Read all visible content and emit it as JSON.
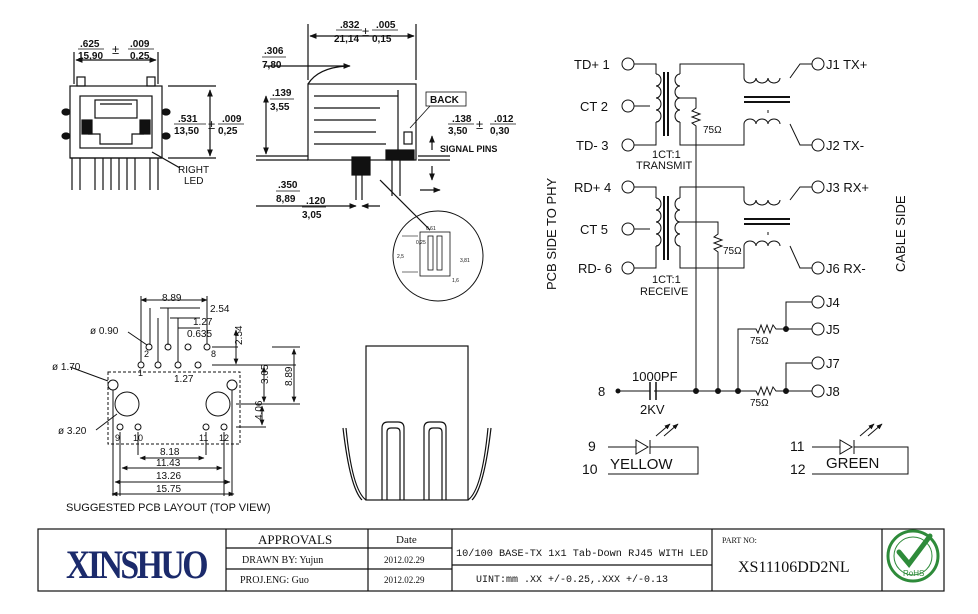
{
  "mech": {
    "front_w_in": ".625",
    "front_w_mm": "15,90",
    "front_w_tol_in": ".009",
    "front_w_tol_mm": "0,25",
    "front_h_in": ".531",
    "front_h_mm": "13,50",
    "front_h_tol_in": ".009",
    "front_h_tol_mm": "0,25",
    "right_led": [
      "RIGHT",
      "LED"
    ],
    "side_len_in": ".832",
    "side_len_mm": "21,14",
    "side_len_tol_in": ".005",
    "side_len_tol_mm": "0,15",
    "side_tab_in": ".306",
    "side_tab_mm": "7,80",
    "side_h_in": ".139",
    "side_h_mm": "3,55",
    "back": "BACK",
    "pin_len_in": ".138",
    "pin_len_mm": "3,50",
    "pin_tol_in": ".012",
    "pin_tol_mm": "0,30",
    "signal_pins": "SIGNAL PINS",
    "bot_a_in": ".350",
    "bot_a_mm": "8,89",
    "bot_b_in": ".120",
    "bot_b_mm": "3,05",
    "detail_dims": [
      "0,61",
      "0,25",
      "3,81",
      "2,5",
      "1,6"
    ]
  },
  "pcb": {
    "d890": "8.89",
    "d254a": "2.54",
    "d127a": "1.27",
    "d0635": "0.635",
    "d254b": "2.54",
    "phi090": "ø 0.90",
    "phi170": "ø 1.70",
    "phi320": "ø 3.20",
    "d127b": "1.27",
    "d305": "3.05",
    "d889": "8.89",
    "d406": "4.06",
    "d818": "8.18",
    "d1143": "11.43",
    "d1326": "13.26",
    "d1575": "15.75",
    "pin1": "1",
    "pin2": "2",
    "pin8": "8",
    "pin9": "9",
    "pin10": "10",
    "pin11": "11",
    "pin12": "12",
    "caption": "SUGGESTED PCB LAYOUT (TOP VIEW)"
  },
  "schematic": {
    "td_plus": "TD+ 1",
    "ct1": "CT  2",
    "td_minus": "TD- 3",
    "transmit_ratio": "1CT:1",
    "transmit": "TRANSMIT",
    "rd_plus": "RD+ 4",
    "ct2": "CT  5",
    "rd_minus": "RD- 6",
    "receive_ratio": "1CT:1",
    "receive": "RECEIVE",
    "r75": "75Ω",
    "j1": "J1 TX+",
    "j2": "J2 TX-",
    "j3": "J3 RX+",
    "j6": "J6 RX-",
    "j4": "J4",
    "j5": "J5",
    "j7": "J7",
    "j8": "J8",
    "pin8": "8",
    "cap_val": "1000PF",
    "cap_v": "2KV",
    "pcb_side": "PCB SIDE TO PHY",
    "cable_side": "CABLE SIDE",
    "led9": "9",
    "led10": "10",
    "yellow": "YELLOW",
    "led11": "11",
    "led12": "12",
    "green": "GREEN"
  },
  "title_block": {
    "logo": "XINSHUO",
    "approvals": "APPROVALS",
    "date": "Date",
    "drawn_by": "DRAWN BY:  Yujun",
    "drawn_date": "2012.02.29",
    "proj_eng": "PROJ.ENG:   Guo",
    "proj_date": "2012.02.29",
    "description": "10/100 BASE-TX 1x1 Tab-Down RJ45 WITH LED",
    "unit": "UINT:mm .XX +/-0.25,.XXX +/-0.13",
    "part_no_label": "PART NO:",
    "part_no": "XS11106DD2NL",
    "rohs": "RoHS"
  }
}
